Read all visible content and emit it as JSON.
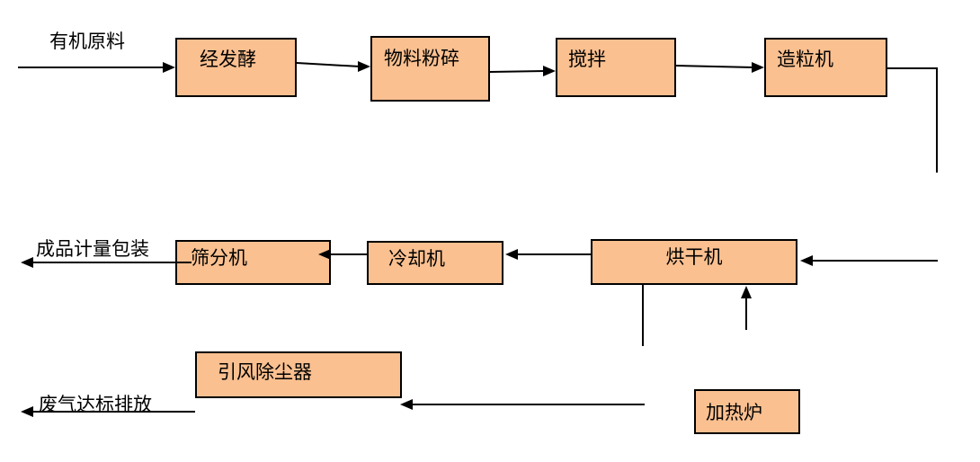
{
  "nodes": {
    "ferment": {
      "label": "经发酵"
    },
    "crush": {
      "label": "物料粉碎"
    },
    "mix": {
      "label": "搅拌"
    },
    "granulator": {
      "label": "造粒机"
    },
    "screen": {
      "label": "筛分机"
    },
    "cool": {
      "label": "冷却机"
    },
    "dry": {
      "label": "烘干机"
    },
    "dust": {
      "label": "引风除尘器"
    },
    "furnace": {
      "label": "加热炉"
    }
  },
  "labels": {
    "input": "有机原料",
    "output": "成品计量包装",
    "exhaust": "废气达标排放"
  },
  "colors": {
    "box_fill": "#FAC090",
    "box_border": "#000000",
    "line": "#000000",
    "background": "#FFFFFF",
    "text": "#000000"
  }
}
